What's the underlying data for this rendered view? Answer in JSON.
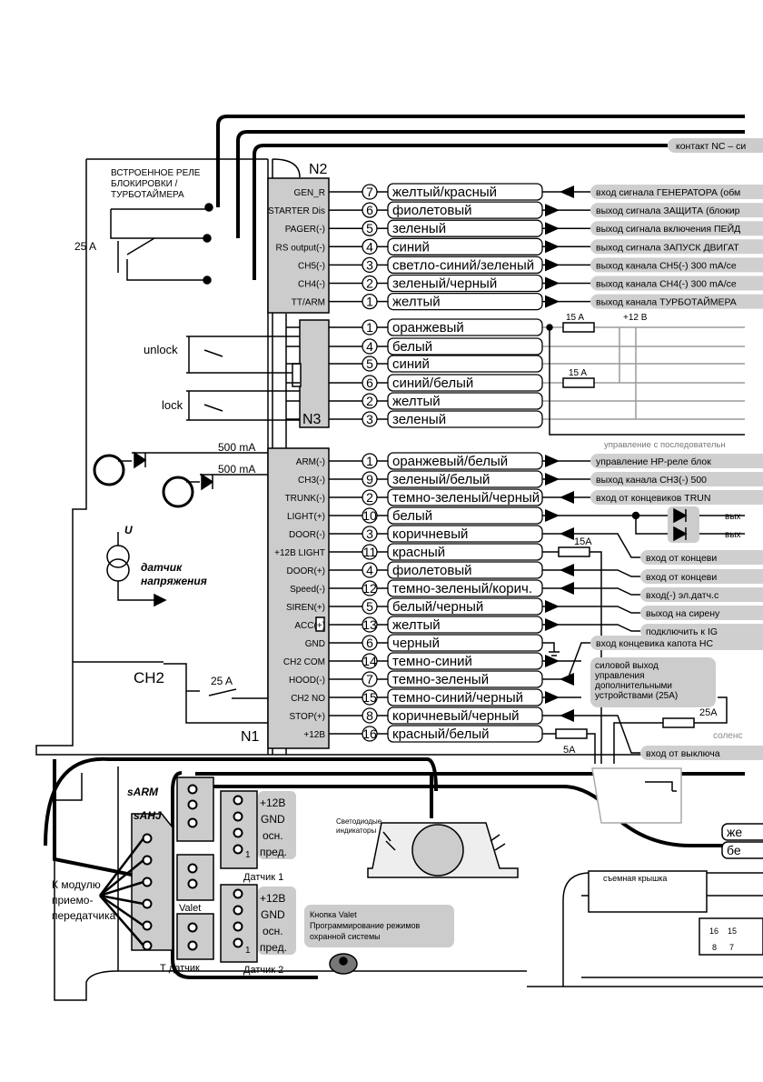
{
  "colors": {
    "connector": "#cccccc",
    "pill_grey": "#cfcfcf",
    "wire": "#000000",
    "grey_wire": "#9a9a9a"
  },
  "top": {
    "nc_label": "контакт NC – си",
    "relay_label": [
      "ВСТРОЕННОЕ РЕЛЕ",
      "БЛОКИРОВКИ /",
      "ТУРБОТАЙМЕРА"
    ],
    "relay_fuse": "25 A",
    "unlock": "unlock",
    "lock": "lock",
    "ma1": "500 mA",
    "ma2": "500 mA",
    "u": "U",
    "sensor": [
      "датчик",
      "напряжения"
    ],
    "ch2": "CH2",
    "ch2_fuse": "25 A"
  },
  "n2": {
    "title": "N2",
    "rows": [
      {
        "pin": "GEN_R",
        "num": "7",
        "color": "желтый/красный",
        "dir": "in",
        "right": "вход сигнала ГЕНЕРАТОРА (обм"
      },
      {
        "pin": "STARTER Dis",
        "num": "6",
        "color": "фиолетовый",
        "dir": "out",
        "right": "выход сигнала ЗАЩИТА (блокир"
      },
      {
        "pin": "PAGER(-)",
        "num": "5",
        "color": "зеленый",
        "dir": "out",
        "right": "выход сигнала включения ПЕЙД"
      },
      {
        "pin": "RS output(-)",
        "num": "4",
        "color": "синий",
        "dir": "out",
        "right": "выход сигнала ЗАПУСК ДВИГАТ"
      },
      {
        "pin": "CH5(-)",
        "num": "3",
        "color": "светло-синий/зеленый",
        "dir": "out",
        "right": "выход канала CH5(-) 300 mA/се"
      },
      {
        "pin": "CH4(-)",
        "num": "2",
        "color": "зеленый/черный",
        "dir": "out",
        "right": "выход канала CH4(-) 300 mA/се"
      },
      {
        "pin": "TT/ARM",
        "num": "1",
        "color": "желтый",
        "dir": "out",
        "right": "выход канала ТУРБОТАЙМЕРА"
      }
    ]
  },
  "n3": {
    "title": "N3",
    "fuse1": "15 A",
    "plus12": "+12 В",
    "fuse2": "15 A",
    "note": "управление с последовательн",
    "rows": [
      {
        "num": "1",
        "color": "оранжевый"
      },
      {
        "num": "4",
        "color": "белый"
      },
      {
        "num": "5",
        "color": "синий"
      },
      {
        "num": "6",
        "color": "синий/белый"
      },
      {
        "num": "2",
        "color": "желтый"
      },
      {
        "num": "3",
        "color": "зеленый"
      }
    ]
  },
  "n1": {
    "title": "N1",
    "fuse_light": "15A",
    "fuse_power": "25A",
    "fuse_main": "5A",
    "solenoid": "соленс",
    "power_out": [
      "силовой выход",
      "управления",
      "дополнительными",
      "устройствами (25A)"
    ],
    "diode_out": [
      "вых",
      "вых"
    ],
    "rows": [
      {
        "pin": "ARM(-)",
        "num": "1",
        "color": "оранжевый/белый",
        "dir": "out",
        "right": "управление НР-реле блок"
      },
      {
        "pin": "CH3(-)",
        "num": "9",
        "color": "зеленый/белый",
        "dir": "out",
        "right": "выход канала CH3(-) 500 "
      },
      {
        "pin": "TRUNK(-)",
        "num": "2",
        "color": "темно-зеленый/черный",
        "dir": "in",
        "right": "вход от концевиков TRUN"
      },
      {
        "pin": "LIGHT(+)",
        "num": "10",
        "color": "белый",
        "dir": "diode",
        "right": ""
      },
      {
        "pin": "DOOR(-)",
        "num": "3",
        "color": "коричневый",
        "dir": "in2",
        "right": "вход от концеви"
      },
      {
        "pin": "+12B LIGHT",
        "num": "11",
        "color": "красный",
        "dir": "fuse",
        "right": ""
      },
      {
        "pin": "DOOR(+)",
        "num": "4",
        "color": "фиолетовый",
        "dir": "in2",
        "right": "вход от концеви"
      },
      {
        "pin": "Speed(-)",
        "num": "12",
        "color": "темно-зеленый/корич.",
        "dir": "in2",
        "right": "вход(-) эл.датч.с"
      },
      {
        "pin": "SIREN(+)",
        "num": "5",
        "color": "белый/черный",
        "dir": "out",
        "right": "выход на сирену"
      },
      {
        "pin": "ACC(+)",
        "num": "13",
        "color": "желтый",
        "dir": "out",
        "right": "подключить к IG"
      },
      {
        "pin": "GND",
        "num": "6",
        "color": "черный",
        "dir": "gnd",
        "right": ""
      },
      {
        "pin": "CH2 COM",
        "num": "14",
        "color": "темно-синий",
        "dir": "out",
        "right": ""
      },
      {
        "pin": "HOOD(-)",
        "num": "7",
        "color": "темно-зеленый",
        "dir": "in",
        "right": "вход концевика капота НС"
      },
      {
        "pin": "CH2 NO",
        "num": "15",
        "color": "темно-синий/черный",
        "dir": "out",
        "right": ""
      },
      {
        "pin": "STOP(+)",
        "num": "8",
        "color": "коричневый/черный",
        "dir": "in2",
        "right": "вход от выключа"
      },
      {
        "pin": "+12B",
        "num": "16",
        "color": "красный/белый",
        "dir": "fuse2",
        "right": ""
      }
    ]
  },
  "bottom": {
    "sarm": "sARM",
    "sahj": "sAHJ",
    "module": [
      "К модулю",
      "приемо-",
      "передатчика"
    ],
    "valet": "Valet",
    "t_sensor": "Т датчик",
    "sensor1": "Датчик 1",
    "sensor2": "Датчик 2",
    "sensor_pins": [
      "+12В",
      "GND",
      "осн.",
      "пред."
    ],
    "pin_one": "1",
    "leds": [
      "Светодиодые",
      "индикаторы"
    ],
    "valet_button": [
      "Кнопка Valet",
      "Программирование режимов",
      "охранной системы"
    ],
    "cover": "съемная крышка",
    "wire_tags": [
      "же",
      "бе"
    ],
    "conn_nums": [
      "16",
      "15",
      "8",
      "7"
    ]
  }
}
